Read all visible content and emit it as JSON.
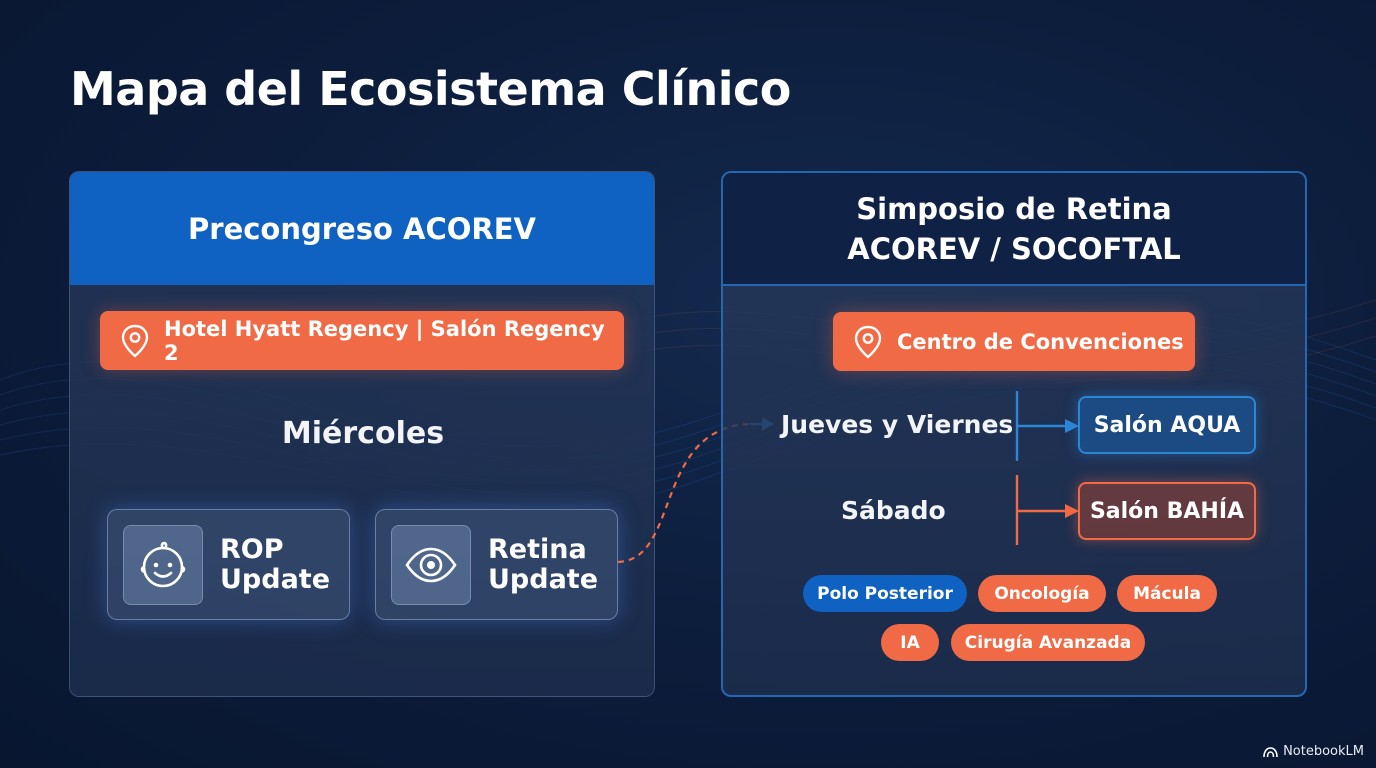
{
  "title": "Mapa del Ecosistema Clínico",
  "colors": {
    "background": "#0c1c3a",
    "accent_blue": "#0f62c2",
    "accent_orange": "#f06a45",
    "right_header": "#0f2246"
  },
  "left_panel": {
    "header": "Precongreso ACOREV",
    "location": {
      "icon": "map-pin-icon",
      "text": "Hotel Hyatt Regency | Salón Regency 2"
    },
    "day": "Miércoles",
    "cards": [
      {
        "icon": "baby-face-icon",
        "line1": "ROP",
        "line2": "Update"
      },
      {
        "icon": "eye-icon",
        "line1": "Retina",
        "line2": "Update"
      }
    ]
  },
  "right_panel": {
    "header_line1": "Simposio de Retina",
    "header_line2": "ACOREV / SOCOFTAL",
    "location": {
      "icon": "map-pin-icon",
      "text": "Centro de Convenciones"
    },
    "schedule": [
      {
        "day": "Jueves y Viernes",
        "room": "Salón AQUA"
      },
      {
        "day": "Sábado",
        "room": "Salón BAHÍA"
      }
    ],
    "tags": [
      "Polo Posterior",
      "Oncología",
      "Mácula",
      "IA",
      "Cirugía Avanzada"
    ]
  },
  "brand": {
    "icon": "notebooklm-icon",
    "text": "NotebookLM"
  }
}
